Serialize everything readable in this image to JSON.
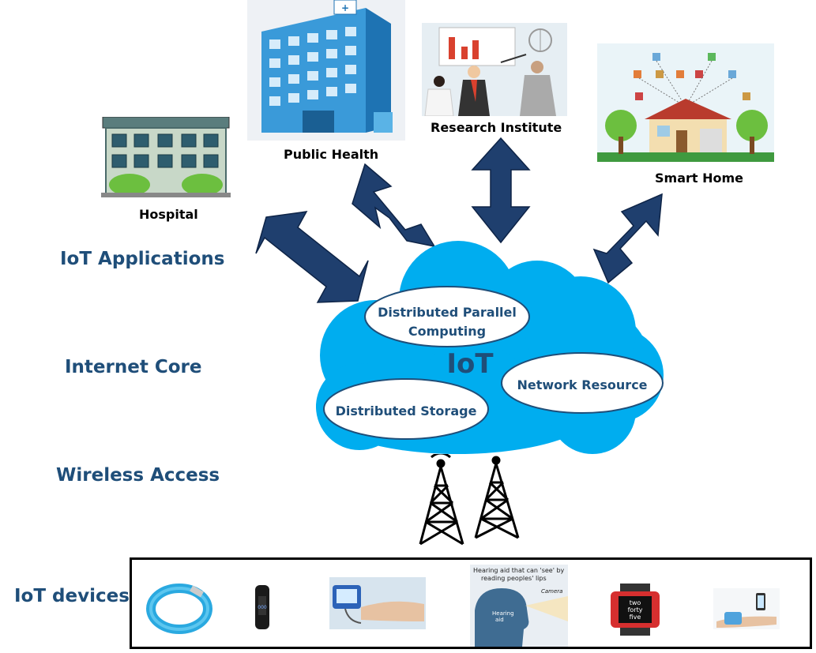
{
  "layers": {
    "applications": "IoT Applications",
    "internet_core": "Internet Core",
    "wireless_access": "Wireless Access",
    "devices": "IoT devices"
  },
  "applications": {
    "hospital": "Hospital",
    "public_health": "Public Health",
    "research_institute": "Research Institute",
    "smart_home": "Smart Home"
  },
  "cloud": {
    "title": "IoT",
    "parallel_line1": "Distributed Parallel",
    "parallel_line2": "Computing",
    "network_resource": "Network Resource",
    "storage": "Distributed Storage"
  },
  "devices": {
    "hearing_aid_caption_line1": "Hearing aid that can 'see' by",
    "hearing_aid_caption_line2": "reading peoples' lips",
    "hearing_aid_label1": "Hearing",
    "hearing_aid_label2": "aid",
    "camera_label": "Camera",
    "watch_text1": "two",
    "watch_text2": "forty",
    "watch_text3": "five"
  },
  "colors": {
    "arrow": "#1f3f6e",
    "cloud": "#00adef",
    "label": "#1f4e79"
  }
}
